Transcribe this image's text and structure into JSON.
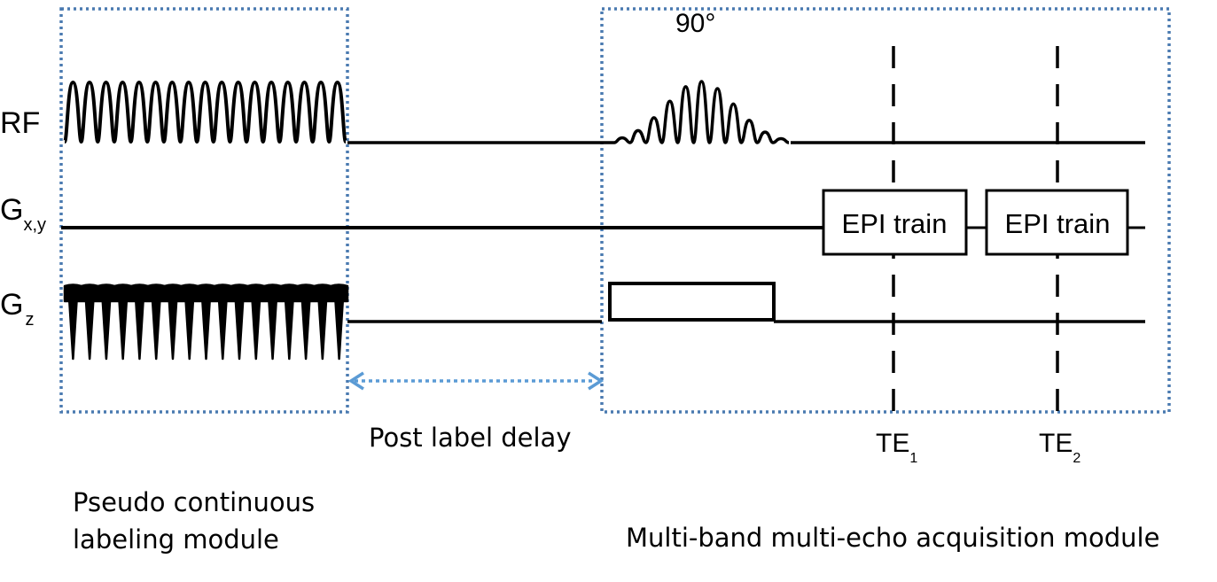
{
  "labels": {
    "rf": "RF",
    "gxy_main": "G",
    "gxy_sub": "x,y",
    "gz_main": "G",
    "gz_sub": "z"
  },
  "flip_angle": "90°",
  "epi_train_1": "EPI train",
  "epi_train_2": "EPI train",
  "te1_main": "TE",
  "te1_sub": "1",
  "te2_main": "TE",
  "te2_sub": "2",
  "post_label_delay": "Post label delay",
  "labeling_module": [
    "Pseudo continuous",
    "labeling module"
  ],
  "acquisition_module": "Multi-band multi-echo acquisition module",
  "colors": {
    "module_box": "#4a7ab0",
    "delay_arrow": "#5b9bd5",
    "waveform": "#000000"
  },
  "labeling_rf_pulse_count": 17,
  "labeling_gz_pulse_count": 17,
  "excitation_lobe_count": 11
}
